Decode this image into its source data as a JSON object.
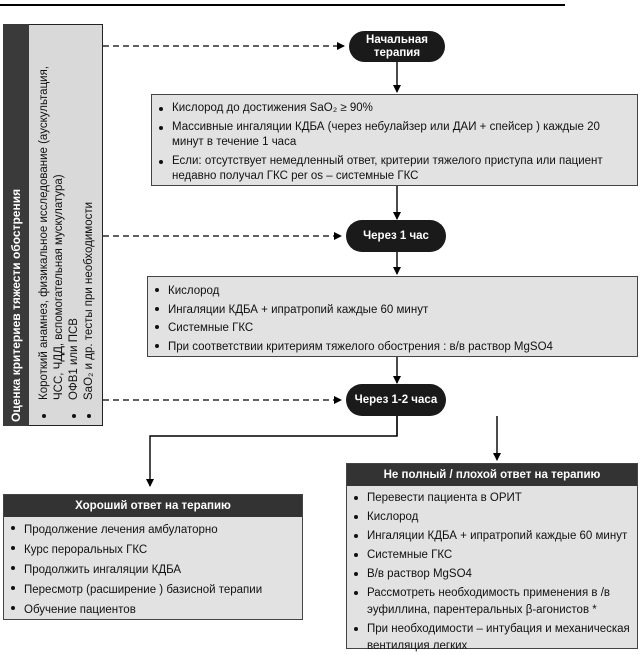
{
  "assessment": {
    "title": "Оценка критериев тяжести обострения",
    "items": [
      "Короткий анамнез, физикальное исследование (аускультация,",
      "ЧСС, ЧДД, вспомогательная мускулатура)",
      "ОФВ1 или ПСВ",
      "SaO₂ и др. тесты  при необходимости"
    ]
  },
  "stages": {
    "initial": {
      "line1": "Начальная",
      "line2": "терапия"
    },
    "one_hour": "Через 1 час",
    "one_two_hours": "Через 1-2 часа"
  },
  "initial_box": [
    "Кислород до достижения SaO₂ ≥ 90%",
    "Массивные ингаляции КДБА (через небулайзер  или ДАИ + спейсер )  каждые 20 минут в течение 1 часа",
    "Если: отсутствует немедленный ответ, критерии тяжелого приступа или пациент недавно получал ГКС per os – системные ГКС"
  ],
  "hour_box": [
    "Кислород",
    "Ингаляции КДБА + ипратропий каждые 60 минут",
    "Системные ГКС",
    "При соответствии критериям тяжелого обострения :  в/в раствор MgSO4"
  ],
  "good": {
    "title": "Хороший ответ на терапию",
    "items": [
      "Продолжение лечения амбулаторно",
      "Курс пероральных ГКС",
      "Продолжить ингаляции КДБА",
      "Пересмотр (расширение ) базисной терапии",
      "Обучение пациентов"
    ]
  },
  "poor": {
    "title": "Не полный / плохой ответ на терапию",
    "items": [
      "Перевести пациента в ОРИТ",
      "Кислород",
      "Ингаляции КДБА + ипратропий каждые  60 минут",
      "Системные ГКС",
      "В/в раствор MgSO4",
      "Рассмотреть необходимость применения в /в эуфиллина, парентеральных  β-агонистов  *",
      "При необходимости – интубация и механическая вентиляция легких"
    ]
  }
}
